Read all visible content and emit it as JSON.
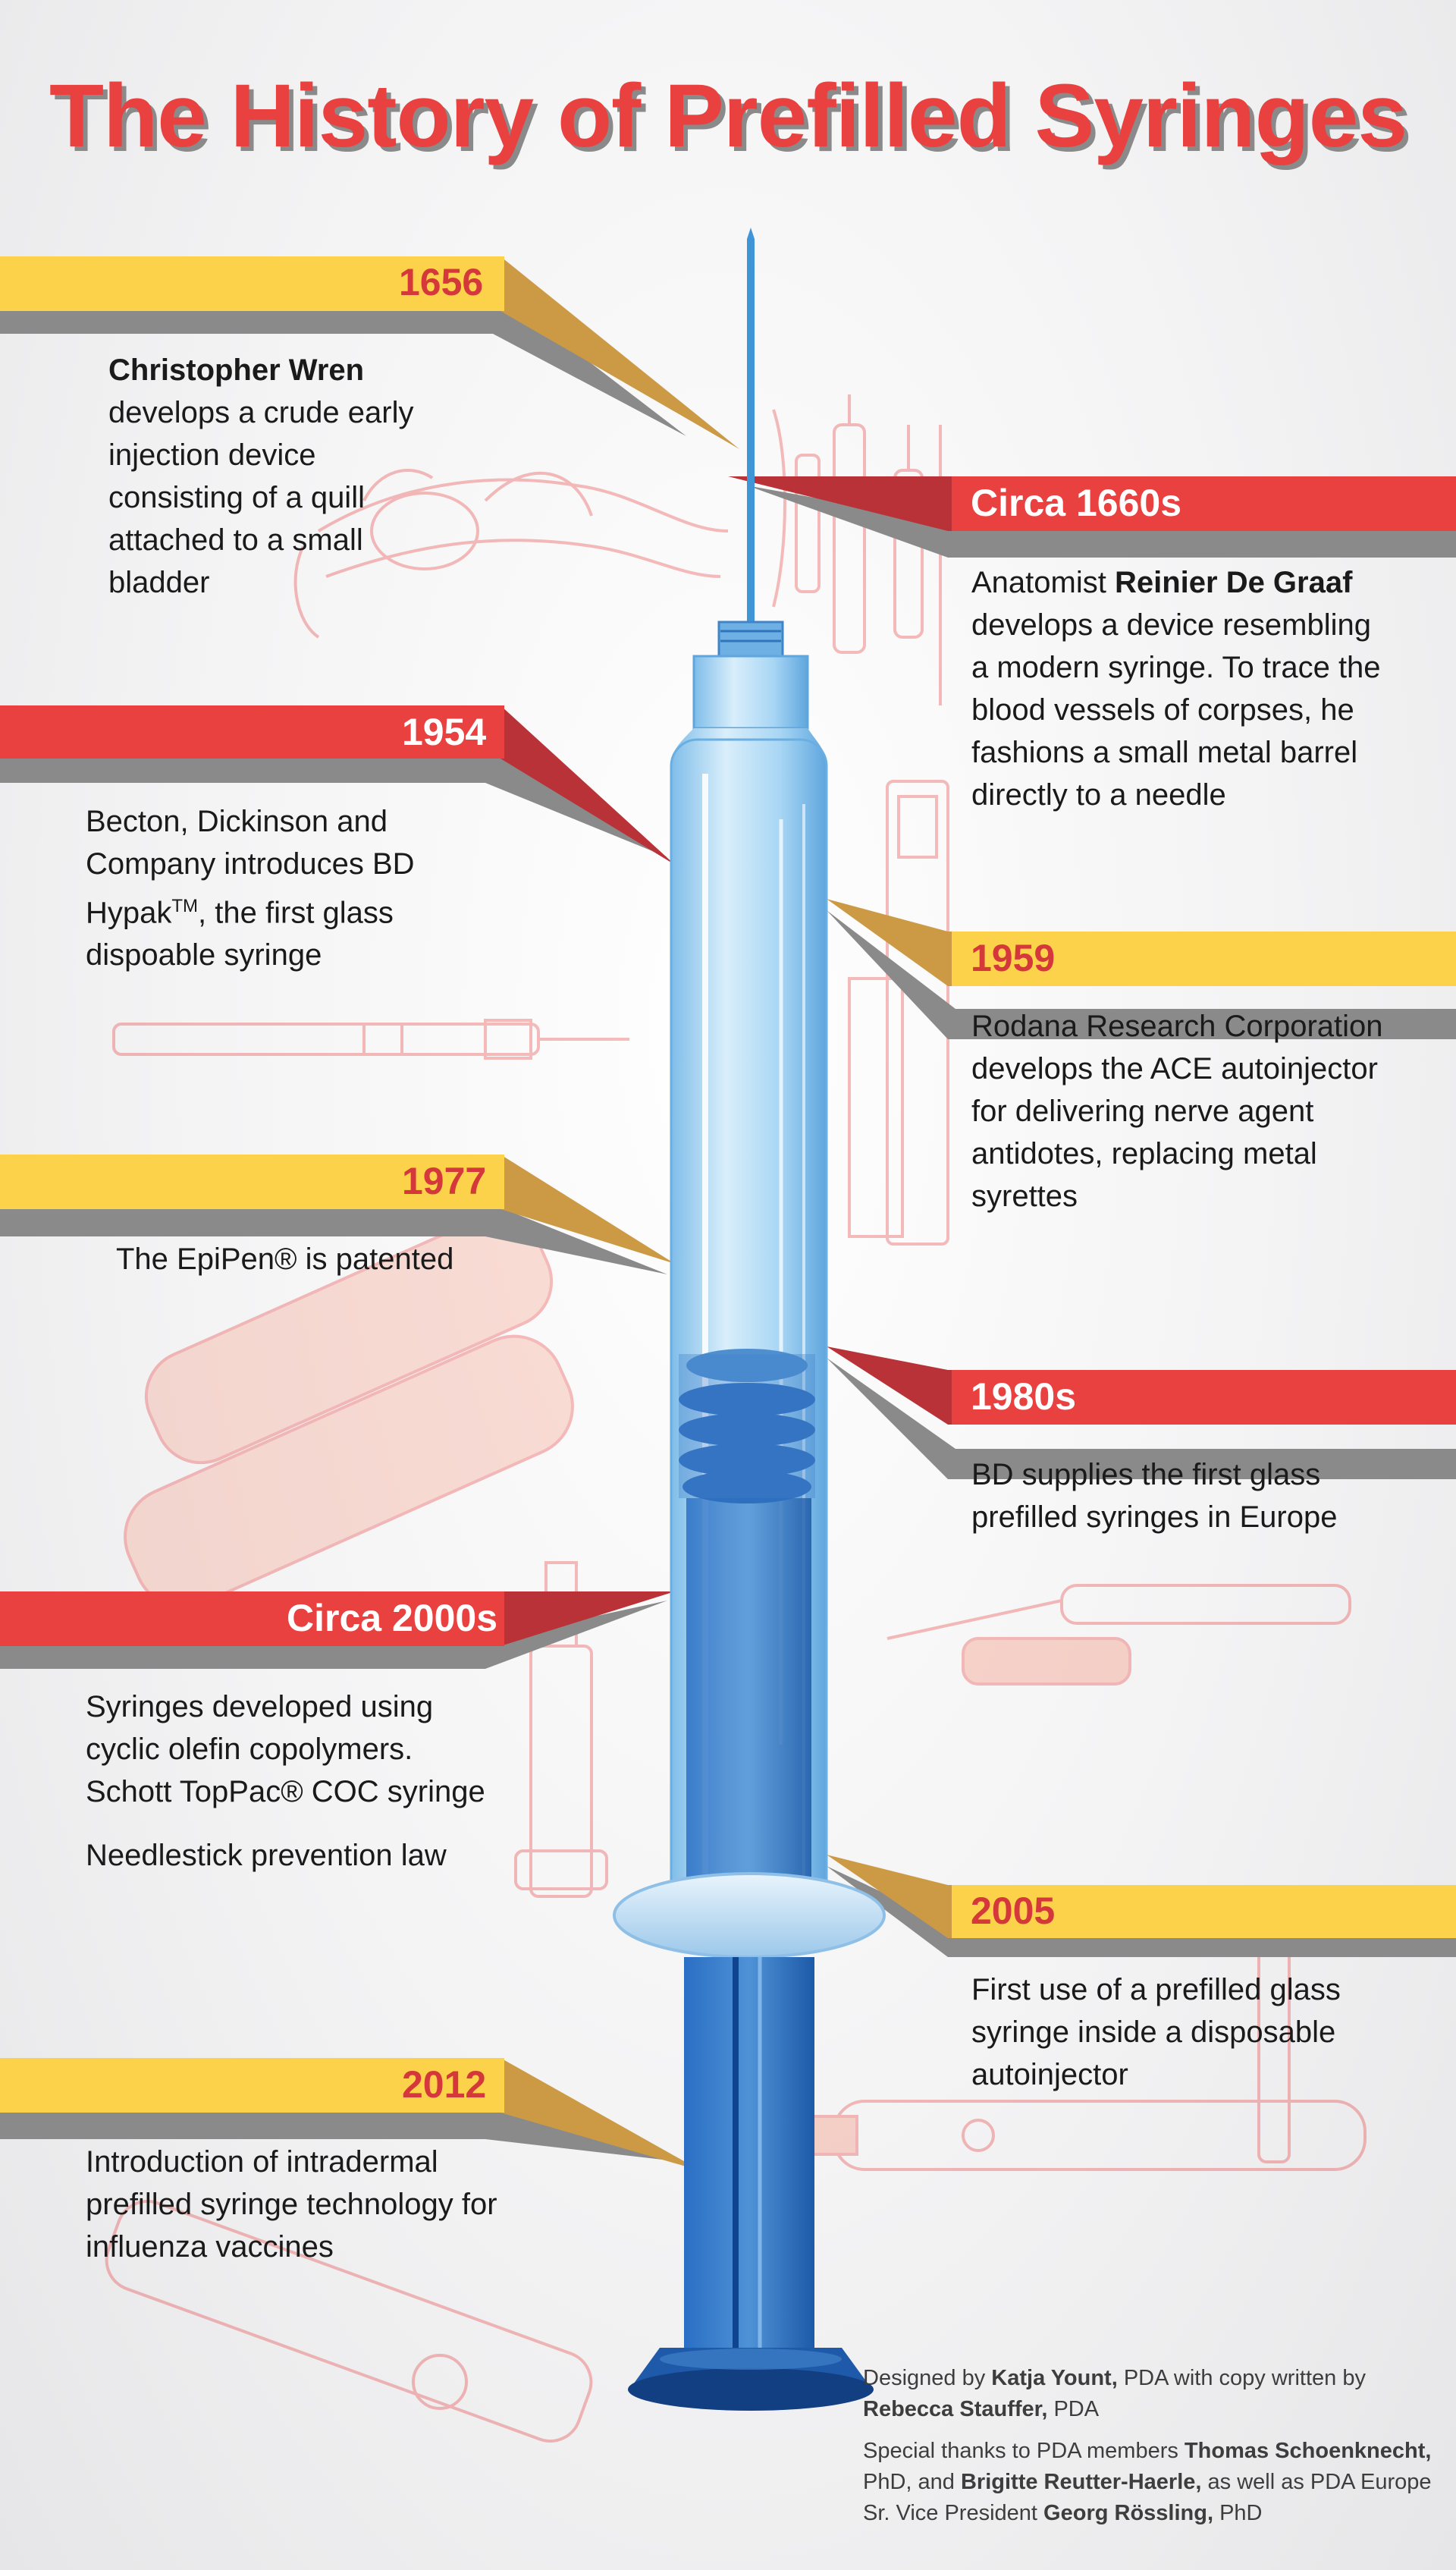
{
  "title": "The History of Prefilled Syringes",
  "colors": {
    "red": "#e8413f",
    "yellow": "#fcd24a",
    "gold_arrow": "#cc9a45",
    "dark_red_arrow": "#b93237",
    "gray_shadow": "#8a8a8a",
    "syringe_light": "#8ec9f0",
    "syringe_dark": "#1f64b8"
  },
  "timeline": [
    {
      "label": "1656",
      "color": "yellow",
      "side": "left",
      "text_bold": "Christopher Wren",
      "text": "develops a crude early injection device consisting of a quill attached to a small bladder"
    },
    {
      "label": "Circa 1660s",
      "color": "red",
      "side": "right",
      "text_pre": "Anatomist ",
      "text_bold": "Reinier De Graaf",
      "text": "develops a device resembling a modern syringe. To trace the blood vessels of corpses, he fashions a small metal barrel directly to a needle"
    },
    {
      "label": "1954",
      "color": "red",
      "side": "left",
      "text": "Becton, Dickinson and Company introduces BD Hypak",
      "text_tm": "TM",
      "text_after": ", the first glass dispoable syringe"
    },
    {
      "label": "1959",
      "color": "yellow",
      "side": "right",
      "text": "Rodana Research Corporation develops the ACE autoinjector for delivering nerve agent antidotes, replacing metal syrettes"
    },
    {
      "label": "1977",
      "color": "yellow",
      "side": "left",
      "text": "The EpiPen® is patented"
    },
    {
      "label": "1980s",
      "color": "red",
      "side": "right",
      "text": "BD supplies the first glass prefilled syringes in Europe"
    },
    {
      "label": "Circa 2000s",
      "color": "red",
      "side": "left",
      "text": "Syringes developed using cyclic olefin copolymers. Schott TopPac® COC syringe",
      "text2": "Needlestick prevention law"
    },
    {
      "label": "2005",
      "color": "yellow",
      "side": "right",
      "text": "First use of a prefilled glass syringe inside a disposable autoinjector"
    },
    {
      "label": "2012",
      "color": "yellow",
      "side": "left",
      "text": "Introduction of intradermal prefilled syringe technology for influenza vaccines"
    }
  ],
  "credits": {
    "line1_pre": "Designed by ",
    "designer": "Katja Yount,",
    "line1_mid": " PDA with copy written by",
    "writer": "Rebecca Stauffer,",
    "line1_post": " PDA",
    "line2_pre": "Special thanks to PDA members ",
    "member1": "Thomas Schoenknecht,",
    "line2_mid": " PhD, and ",
    "member2": "Brigitte Reutter-Haerle,",
    "line2_mid2": " as well as PDA Europe Sr. Vice President ",
    "member3": "Georg Rössling,",
    "line2_post": " PhD"
  }
}
